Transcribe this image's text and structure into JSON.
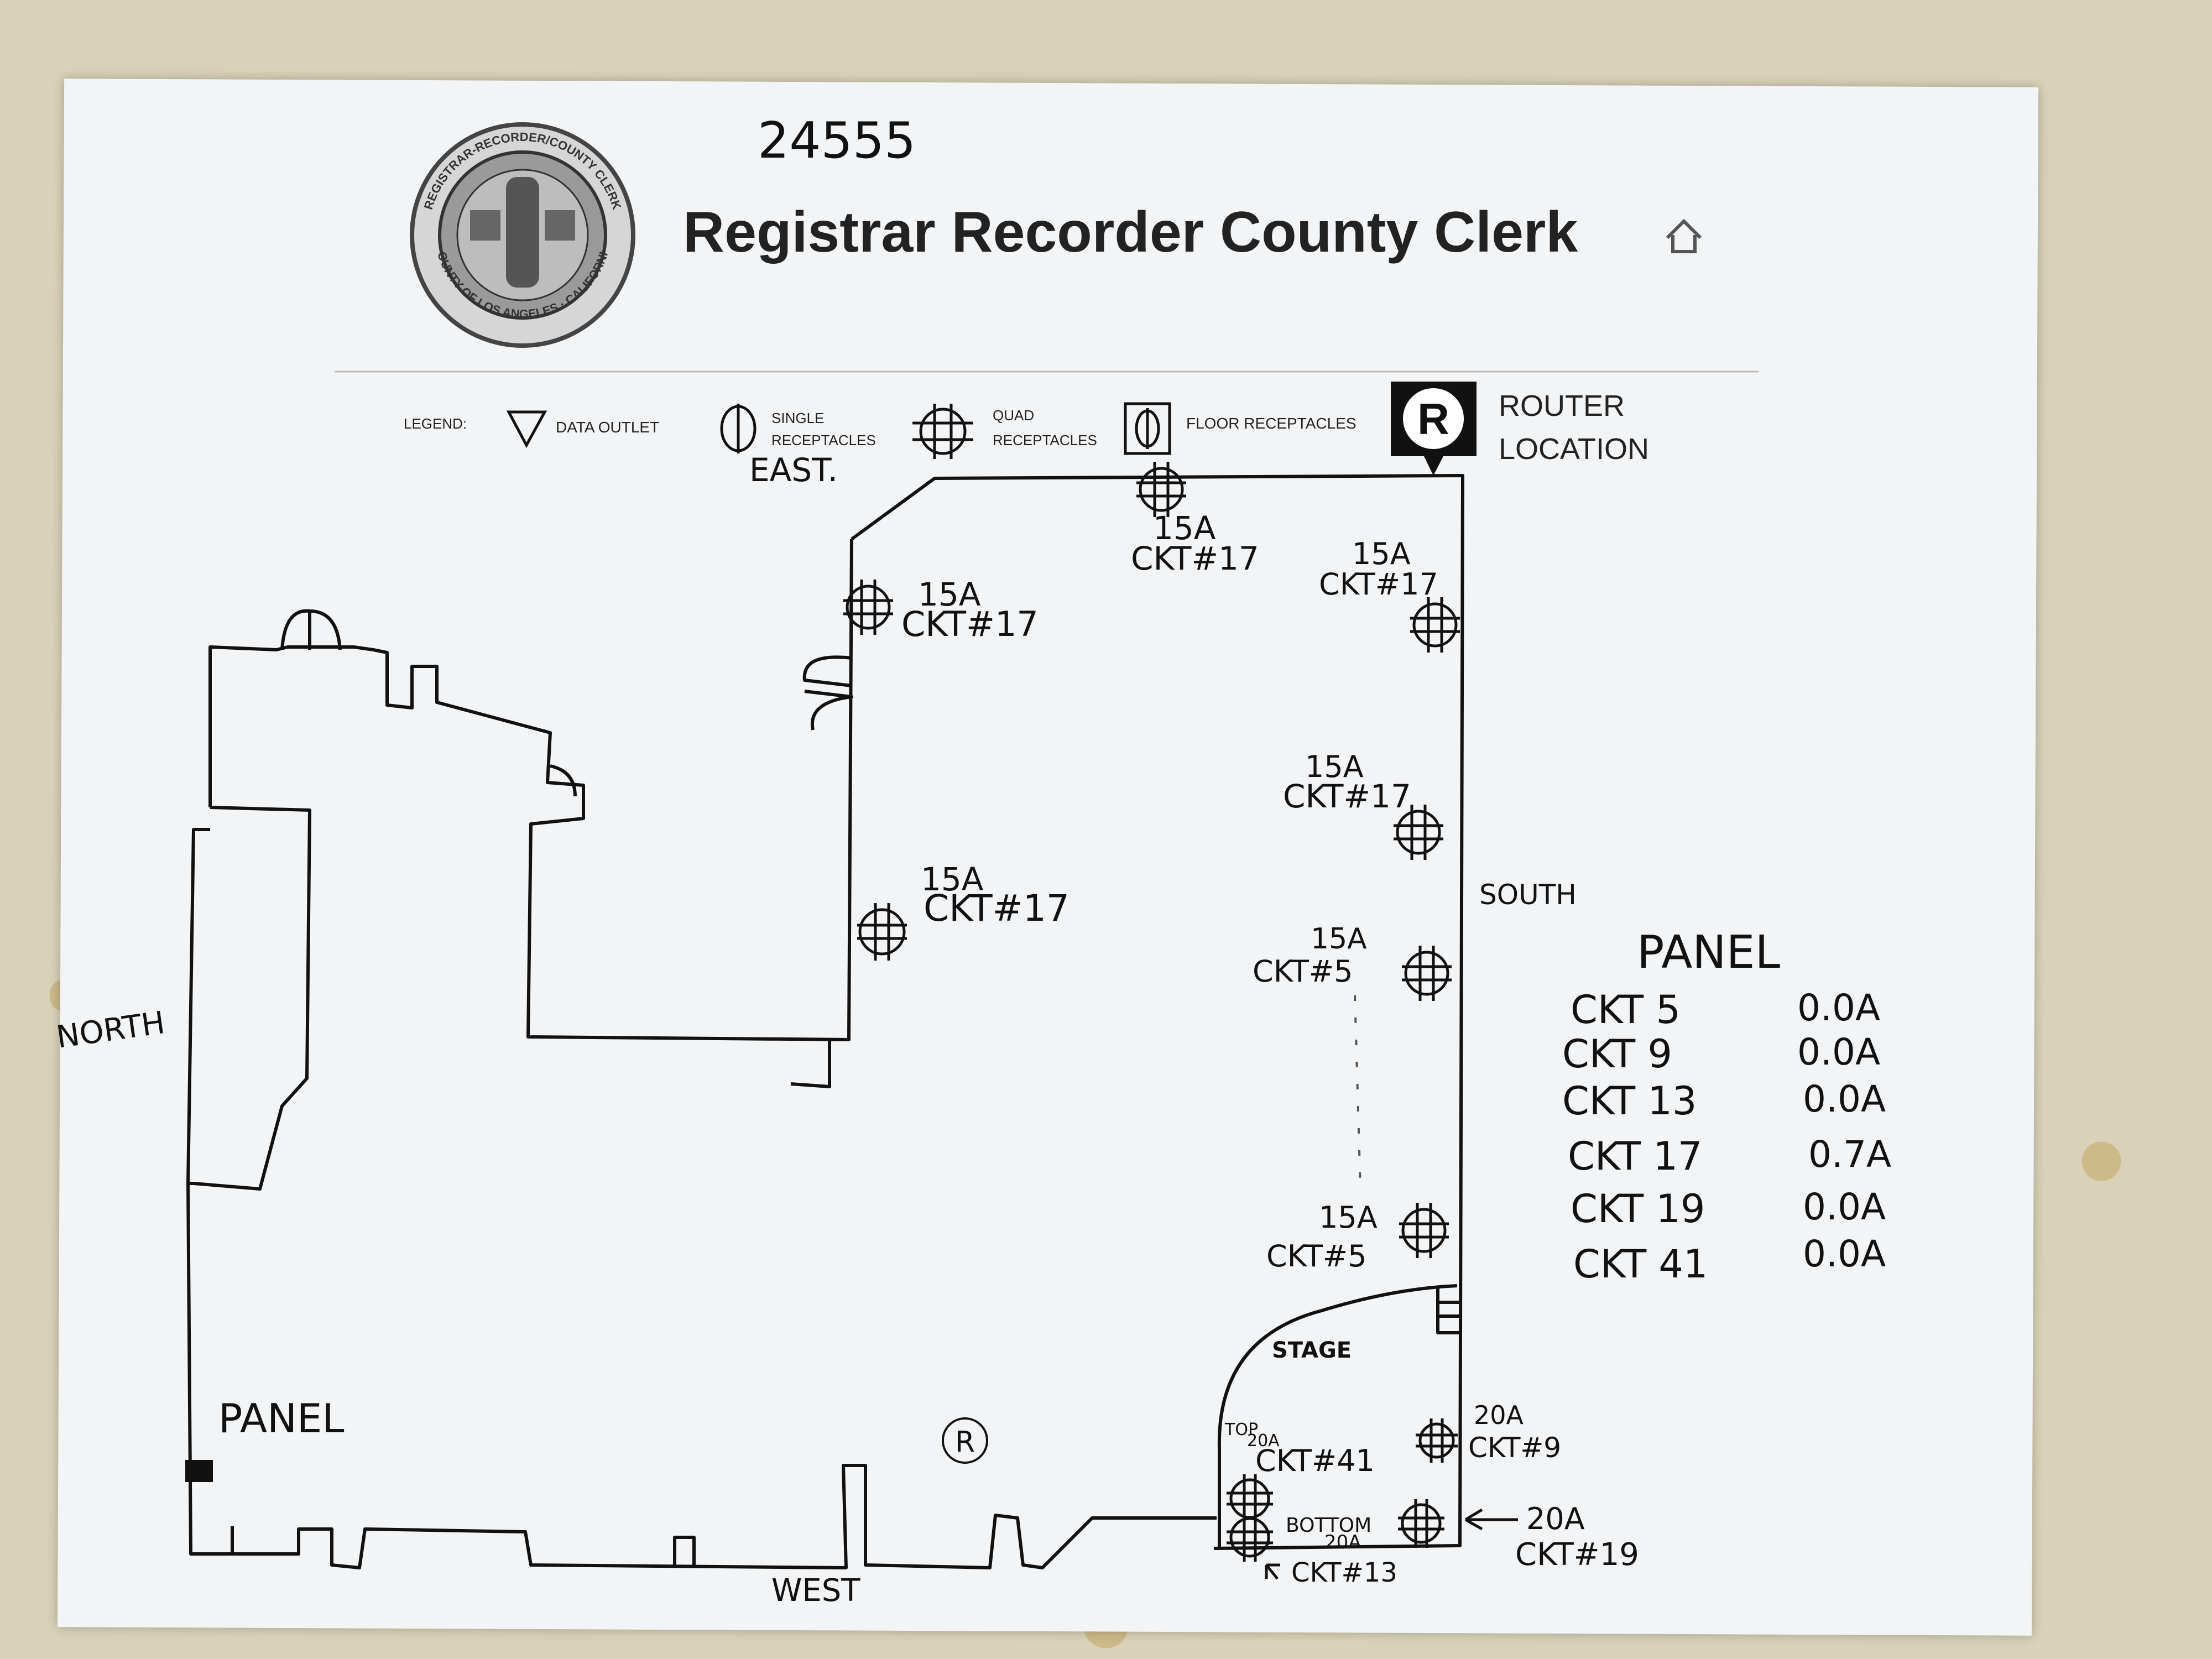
{
  "document": {
    "doc_number": "24555",
    "header_title": "Registrar Recorder County Clerk",
    "seal_text_top": "REGISTRAR-RECORDER/COUNTY CLERK",
    "seal_text_bottom": "COUNTY OF LOS ANGELES · CALIFORNIA",
    "home_icon": "home-icon"
  },
  "legend": {
    "label": "LEGEND:",
    "items": [
      {
        "icon": "data-outlet-icon",
        "label": "DATA OUTLET"
      },
      {
        "icon": "single-receptacle-icon",
        "label_line1": "SINGLE",
        "label_line2": "RECEPTACLES"
      },
      {
        "icon": "quad-receptacle-icon",
        "label_line1": "QUAD",
        "label_line2": "RECEPTACLES"
      },
      {
        "icon": "floor-receptacle-icon",
        "label": "FLOOR RECEPTACLES"
      },
      {
        "icon": "router-icon",
        "symbol": "R",
        "label_line1": "ROUTER",
        "label_line2": "LOCATION"
      }
    ]
  },
  "directions": {
    "east": "EAST.",
    "south": "SOUTH",
    "north": "NORTH",
    "west": "WEST"
  },
  "outlets": [
    {
      "amps": "15A",
      "ckt": "CKT#17"
    },
    {
      "amps": "15A",
      "ckt": "CKT#17"
    },
    {
      "amps": "15A",
      "ckt": "CKT#17"
    },
    {
      "amps": "15A",
      "ckt": "CKT#17"
    },
    {
      "amps": "15A",
      "ckt": "CKT#17"
    },
    {
      "amps": "15A",
      "ckt": "CKT#5"
    },
    {
      "amps": "15A",
      "ckt": "CKT#5"
    },
    {
      "amps": "20A",
      "ckt": "CKT#9"
    },
    {
      "amps": "20A",
      "ckt": "CKT#19"
    },
    {
      "prefix": "TOP",
      "amps": "20A",
      "ckt": "CKT#41"
    },
    {
      "prefix": "BOTTOM",
      "amps": "20A",
      "ckt": "CKT#13"
    }
  ],
  "rooms": {
    "stage": "STAGE",
    "panel": "PANEL",
    "router_mark": "R"
  },
  "panel_table": {
    "title": "PANEL",
    "rows": [
      {
        "ckt": "CKT 5",
        "load": "0.0A"
      },
      {
        "ckt": "CKT 9",
        "load": "0.0A"
      },
      {
        "ckt": "CKT 13",
        "load": "0.0A"
      },
      {
        "ckt": "CKT 17",
        "load": "0.7A"
      },
      {
        "ckt": "CKT 19",
        "load": "0.0A"
      },
      {
        "ckt": "CKT 41",
        "load": "0.0A"
      }
    ]
  },
  "colors": {
    "ink": "#111111",
    "paper": "#f3f4f6",
    "tablecloth": "#d9d2b8"
  }
}
